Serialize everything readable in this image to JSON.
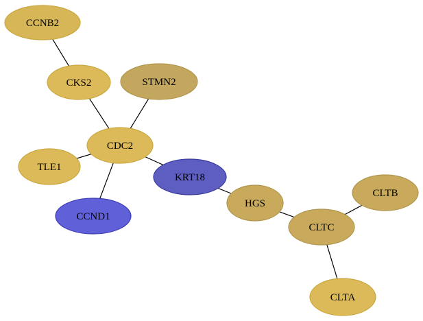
{
  "nodes": [
    {
      "id": "CCNB2",
      "label": "CCNB2",
      "fill": "#d6b656",
      "stroke": "#c9a840"
    },
    {
      "id": "CKS2",
      "label": "CKS2",
      "fill": "#dcba5a",
      "stroke": "#c9a840"
    },
    {
      "id": "STMN2",
      "label": "STMN2",
      "fill": "#c4a75e",
      "stroke": "#b0954c"
    },
    {
      "id": "CDC2",
      "label": "CDC2",
      "fill": "#dcba5a",
      "stroke": "#c9a840"
    },
    {
      "id": "TLE1",
      "label": "TLE1",
      "fill": "#dcba5a",
      "stroke": "#c9a840"
    },
    {
      "id": "KRT18",
      "label": "KRT18",
      "fill": "#5d5ebf",
      "stroke": "#3a3ba0"
    },
    {
      "id": "CCND1",
      "label": "CCND1",
      "fill": "#6060d8",
      "stroke": "#3f40b5"
    },
    {
      "id": "HGS",
      "label": "HGS",
      "fill": "#c9aa5c",
      "stroke": "#b0954c"
    },
    {
      "id": "CLTB",
      "label": "CLTB",
      "fill": "#c9aa5c",
      "stroke": "#b0954c"
    },
    {
      "id": "CLTC",
      "label": "CLTC",
      "fill": "#c9aa5c",
      "stroke": "#b0954c"
    },
    {
      "id": "CLTA",
      "label": "CLTA",
      "fill": "#dcba5a",
      "stroke": "#c9a840"
    }
  ],
  "edges": [
    [
      "CCNB2",
      "CKS2"
    ],
    [
      "CKS2",
      "CDC2"
    ],
    [
      "STMN2",
      "CDC2"
    ],
    [
      "CDC2",
      "TLE1"
    ],
    [
      "CDC2",
      "CCND1"
    ],
    [
      "CDC2",
      "KRT18"
    ],
    [
      "KRT18",
      "HGS"
    ],
    [
      "HGS",
      "CLTC"
    ],
    [
      "CLTC",
      "CLTB"
    ],
    [
      "CLTC",
      "CLTA"
    ]
  ]
}
